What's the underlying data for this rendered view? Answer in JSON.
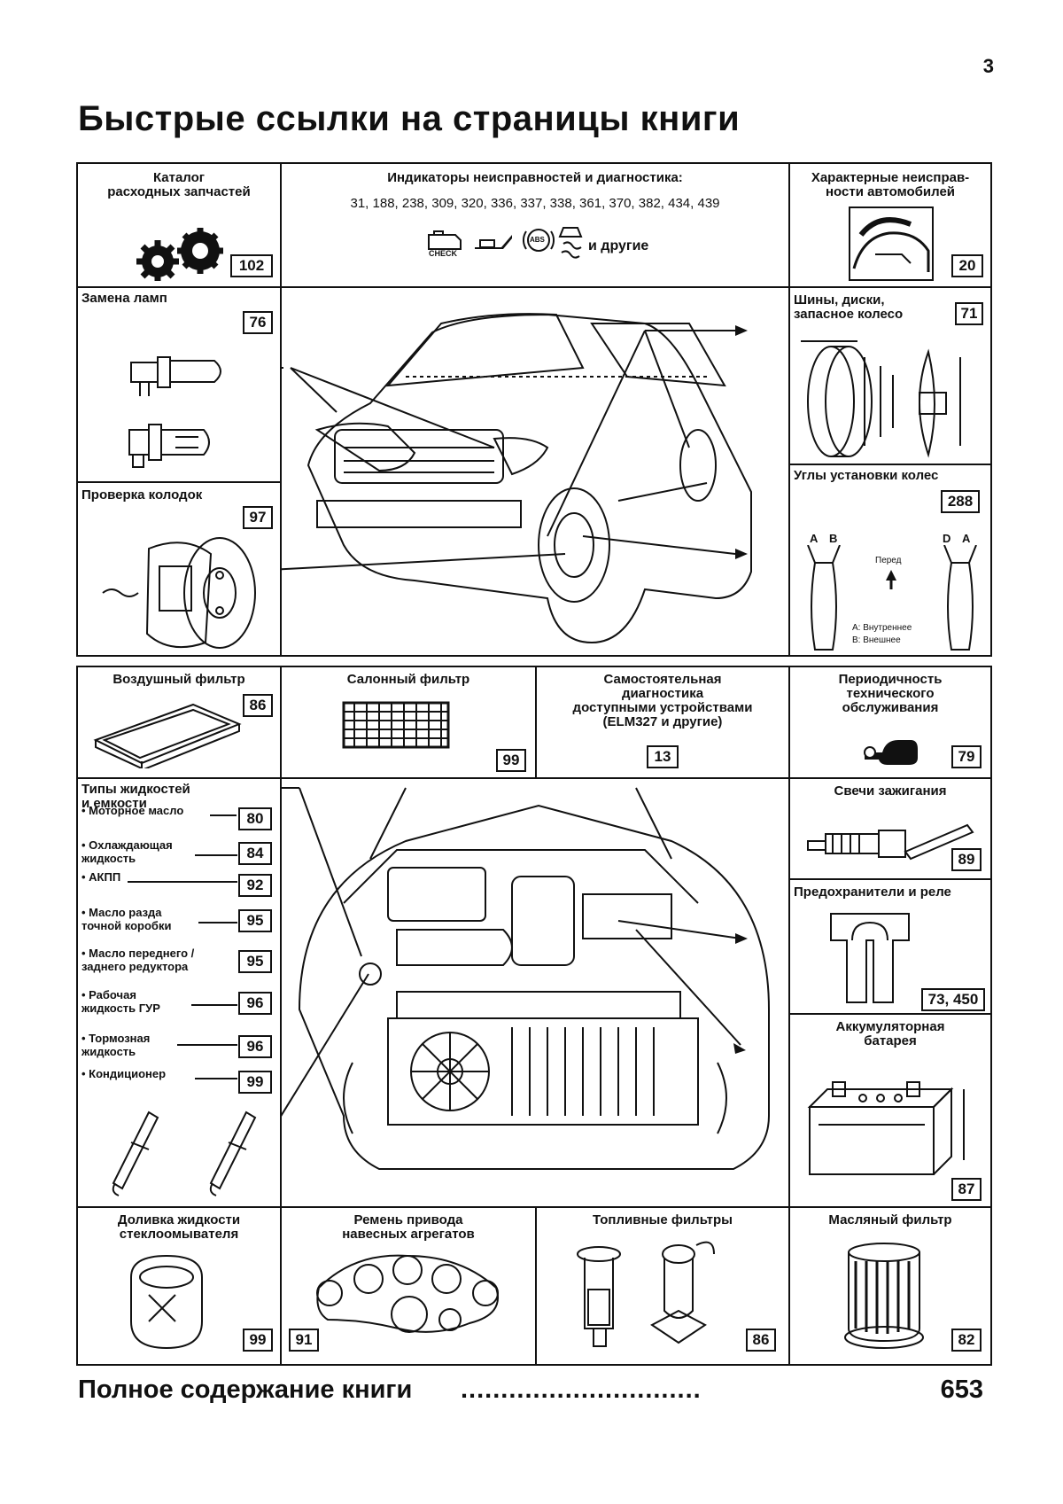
{
  "page_number": "3",
  "title": "Быстрые ссылки на страницы книги",
  "top_section": {
    "catalog": {
      "title_l1": "Каталог",
      "title_l2": "расходных запчастей",
      "page": "102"
    },
    "indicators": {
      "title": "Индикаторы неисправностей и диагностика:",
      "pages": "31, 188, 238, 309, 320, 336, 337, 338, 361, 370, 382, 434, 439",
      "icon_check": "CHECK",
      "icon_abs": "ABS",
      "others": "и другие"
    },
    "faults": {
      "title_l1": "Характерные неисправ-",
      "title_l2": "ности автомобилей",
      "page": "20"
    },
    "lamps": {
      "title": "Замена ламп",
      "page": "76"
    },
    "tires": {
      "title_l1": "Шины, диски,",
      "title_l2": "запасное колесо",
      "page": "71"
    },
    "brakes": {
      "title": "Проверка колодок",
      "page": "97"
    },
    "alignment": {
      "title": "Углы установки колес",
      "page": "288",
      "label_a": "A",
      "label_b": "B",
      "label_d": "D",
      "front": "Перед",
      "legend_a": "A: Внутреннее",
      "legend_b": "B: Внешнее"
    }
  },
  "bottom_section": {
    "air_filter": {
      "title": "Воздушный фильтр",
      "page": "86"
    },
    "cabin_filter": {
      "title": "Салонный фильтр",
      "page": "99"
    },
    "self_diag": {
      "title_l1": "Самостоятельная",
      "title_l2": "диагностика",
      "title_l3": "доступными устройствами",
      "title_l4": "(ELM327 и другие)",
      "page": "13"
    },
    "maintenance": {
      "title_l1": "Периодичность",
      "title_l2": "технического",
      "title_l3": "обслуживания",
      "page": "79"
    },
    "fluids": {
      "title_l1": "Типы жидкостей",
      "title_l2": "и емкости",
      "items": [
        {
          "l1": "• Моторное масло",
          "l2": "",
          "page": "80"
        },
        {
          "l1": "• Охлаждающая",
          "l2": "жидкость",
          "page": "84"
        },
        {
          "l1": "• АКПП",
          "l2": "",
          "page": "92"
        },
        {
          "l1": "• Масло разда",
          "l2": "точной коробки",
          "page": "95"
        },
        {
          "l1": "• Масло переднего /",
          "l2": "заднего редуктора",
          "page": "95"
        },
        {
          "l1": "• Рабочая",
          "l2": "жидкость ГУР",
          "page": "96"
        },
        {
          "l1": "• Тормозная",
          "l2": "жидкость",
          "page": "96"
        },
        {
          "l1": "• Кондиционер",
          "l2": "",
          "page": "99"
        }
      ]
    },
    "spark_plugs": {
      "title": "Свечи зажигания",
      "page": "89"
    },
    "fuses": {
      "title": "Предохранители и реле",
      "page": "73, 450"
    },
    "battery": {
      "title_l1": "Аккумуляторная",
      "title_l2": "батарея",
      "page": "87"
    },
    "washer": {
      "title_l1": "Доливка жидкости",
      "title_l2": "стеклоомывателя",
      "page": "99"
    },
    "belt": {
      "title_l1": "Ремень привода",
      "title_l2": "навесных агрегатов",
      "page": "91"
    },
    "fuel_filters": {
      "title": "Топливные фильтры",
      "page": "86"
    },
    "oil_filter": {
      "title": "Масляный фильтр",
      "page": "82"
    }
  },
  "footer": {
    "title": "Полное содержание книги",
    "dots": "..............................",
    "page": "653"
  }
}
